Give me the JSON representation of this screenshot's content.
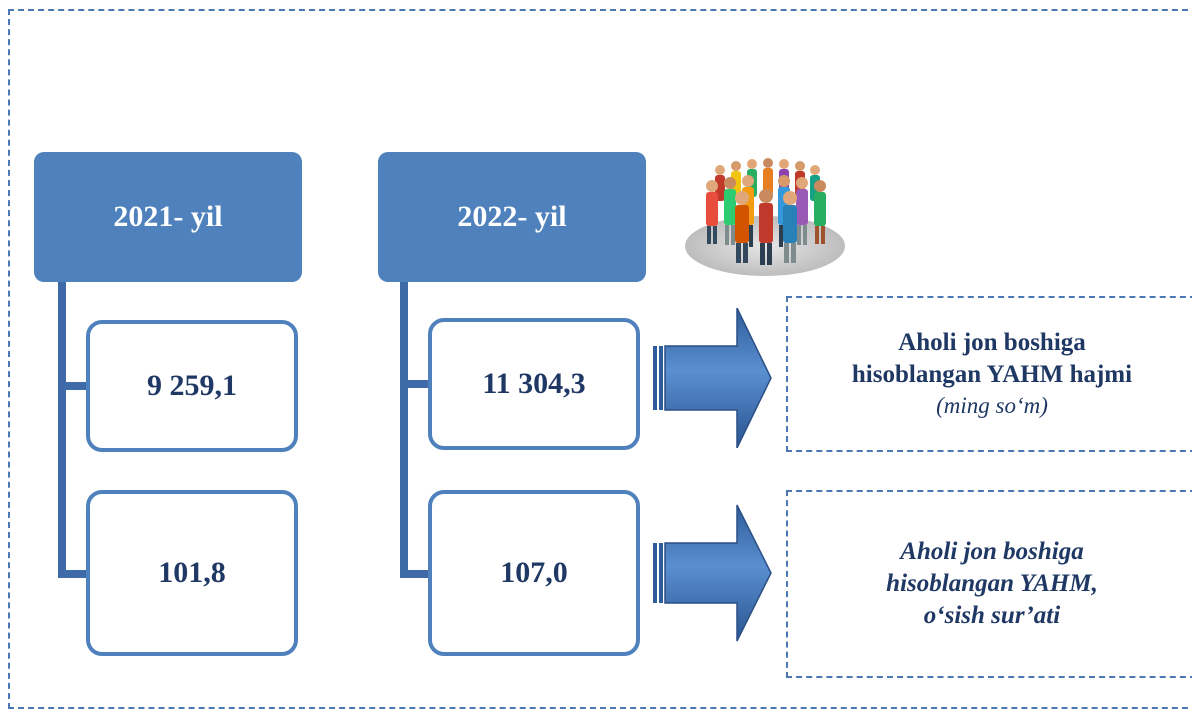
{
  "columns": [
    {
      "year_label": "2021- yil",
      "values": [
        "9 259,1",
        "101,8"
      ]
    },
    {
      "year_label": "2022- yil",
      "values": [
        "11 304,3",
        "107,0"
      ]
    }
  ],
  "labels": [
    {
      "lines": [
        "Aholi jon boshiga",
        "hisoblangan YAHM hajmi"
      ],
      "unit": "(ming so‘m)"
    },
    {
      "lines": [
        "Aholi jon boshiga",
        "hisoblangan YAHM,",
        "o‘sish sur’ati"
      ]
    }
  ],
  "colors": {
    "header_fill": "#4f81bd",
    "value_border": "#4f81bd",
    "value_text": "#1f3864",
    "dashed_border": "#4a78b5"
  },
  "icons": {
    "people": "crowd-of-people-icon",
    "arrow": "right-arrow-icon"
  }
}
